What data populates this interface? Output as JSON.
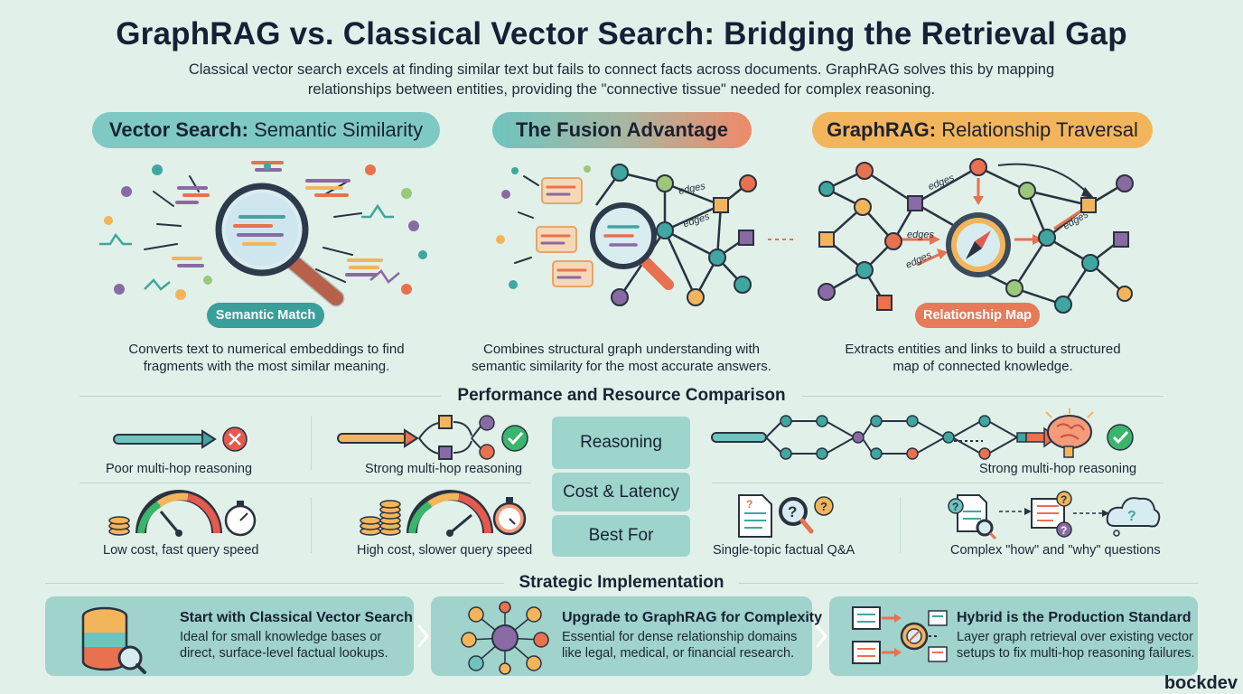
{
  "title": "GraphRAG vs. Classical Vector Search: Bridging the Retrieval Gap",
  "subtitle": "Classical vector search excels at finding similar text but fails to connect facts across documents. GraphRAG solves this by mapping relationships between entities, providing the \"connective tissue\" needed for complex reasoning.",
  "columns": {
    "vector": {
      "pill_bold": "Vector Search:",
      "pill_rest": " Semantic Similarity",
      "badge": "Semantic Match",
      "caption": "Converts text to numerical embeddings to find fragments with the most similar meaning."
    },
    "fusion": {
      "pill_bold": "The Fusion Advantage",
      "edge_label_1": "edges",
      "edge_label_2": "edges",
      "caption": "Combines structural graph understanding with semantic similarity for the most accurate answers."
    },
    "graph": {
      "pill_bold": "GraphRAG:",
      "pill_rest": " Relationship Traversal",
      "edge_label_1": "edges",
      "edge_label_2": "edges",
      "edge_label_3": "edges",
      "edge_label_4": "edges",
      "badge": "Relationship Map",
      "caption": "Extracts entities and links to build a structured map of connected knowledge."
    }
  },
  "performance": {
    "heading": "Performance and Resource Comparison",
    "center_boxes": [
      "Reasoning",
      "Cost & Latency",
      "Best For"
    ],
    "vector_reasoning": "Poor multi-hop reasoning",
    "fusion_reasoning": "Strong multi-hop reasoning",
    "graph_reasoning": "Strong multi-hop reasoning",
    "vector_cost": "Low cost, fast query speed",
    "fusion_cost": "High cost, slower query speed",
    "bestfor_left": "Single-topic factual Q&A",
    "bestfor_right": "Complex \"how\" and \"why\" questions"
  },
  "strategy": {
    "heading": "Strategic Implementation",
    "cards": [
      {
        "title": "Start with Classical Vector Search",
        "line1": "Ideal for small knowledge bases or",
        "line2": "direct, surface-level factual lookups."
      },
      {
        "title": "Upgrade to GraphRAG for Complexity",
        "line1": "Essential for dense relationship domains",
        "line2": "like legal, medical, or financial research."
      },
      {
        "title": "Hybrid is the Production Standard",
        "line1": "Layer graph retrieval over existing vector",
        "line2": "setups to fix multi-hop reasoning failures."
      }
    ]
  },
  "brand": "bockdev",
  "colors": {
    "background": "#e1f0e9",
    "teal": "#3fa6a0",
    "orange": "#e8714f",
    "amber": "#f3b55c",
    "purple": "#8a6aa3",
    "green": "#9cc87a",
    "red": "#e35a4f"
  }
}
